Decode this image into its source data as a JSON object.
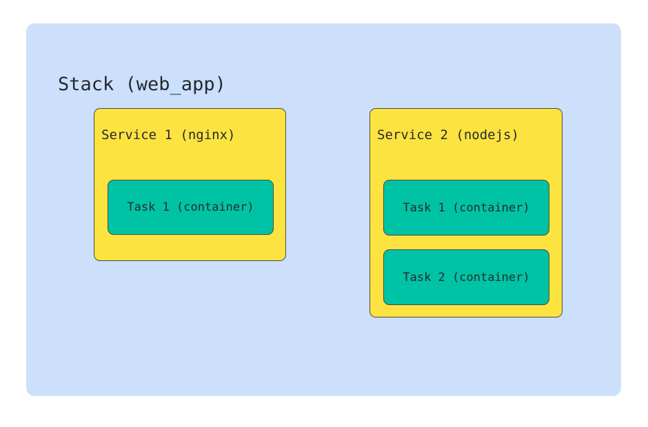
{
  "diagram": {
    "type": "nested-container-diagram",
    "page_background": "#ffffff",
    "stack": {
      "title": "Stack (web_app)",
      "fill_color": "#cce0fc",
      "text_color": "#23292e",
      "services": [
        {
          "label": "Service 1 (nginx)",
          "fill_color": "#fce340",
          "border_color": "#4a4a3c",
          "tasks": [
            {
              "label": "Task 1 (container)",
              "fill_color": "#00c3a5",
              "border_color": "#4a4a3c"
            }
          ]
        },
        {
          "label": "Service 2 (nodejs)",
          "fill_color": "#fce340",
          "border_color": "#4a4a3c",
          "tasks": [
            {
              "label": "Task 1 (container)",
              "fill_color": "#00c3a5",
              "border_color": "#4a4a3c"
            },
            {
              "label": "Task 2 (container)",
              "fill_color": "#00c3a5",
              "border_color": "#4a4a3c"
            }
          ]
        }
      ]
    }
  }
}
